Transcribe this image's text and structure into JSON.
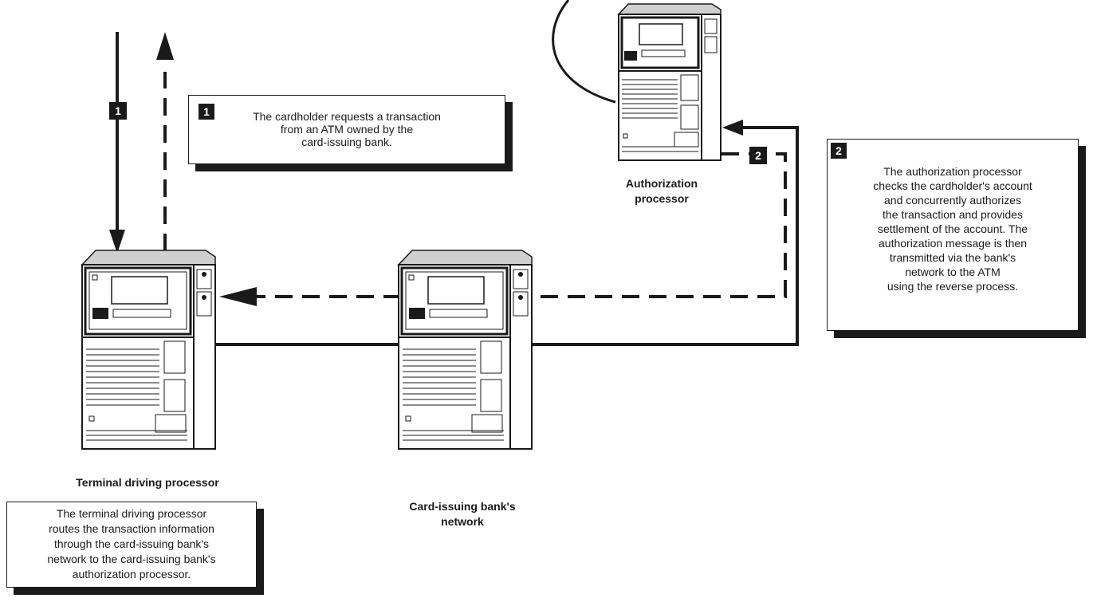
{
  "steps": [
    {
      "number": "1",
      "text": "The cardholder requests a transaction\nfrom an ATM owned by the\ncard-issuing bank."
    },
    {
      "number": "2",
      "text": "The authorization processor\nchecks the cardholder's account\nand concurrently authorizes\nthe transaction and provides\nsettlement of the account. The\nauthorization message is then\ntransmitted via the bank's\nnetwork to the ATM\nusing the reverse process."
    }
  ],
  "nodes": {
    "terminal": {
      "label": "Terminal driving processor"
    },
    "network": {
      "label_line1": "Card-issuing bank's",
      "label_line2": "network"
    },
    "authorization": {
      "label_line1": "Authorization",
      "label_line2": "processor"
    }
  },
  "terminal_note": "The terminal driving processor\nroutes the transaction information\nthrough the card-issuing bank's\nnetwork to the card-issuing bank's\nauthorization processor.",
  "flow_markers": {
    "request_step": "1",
    "response_step": "2"
  }
}
